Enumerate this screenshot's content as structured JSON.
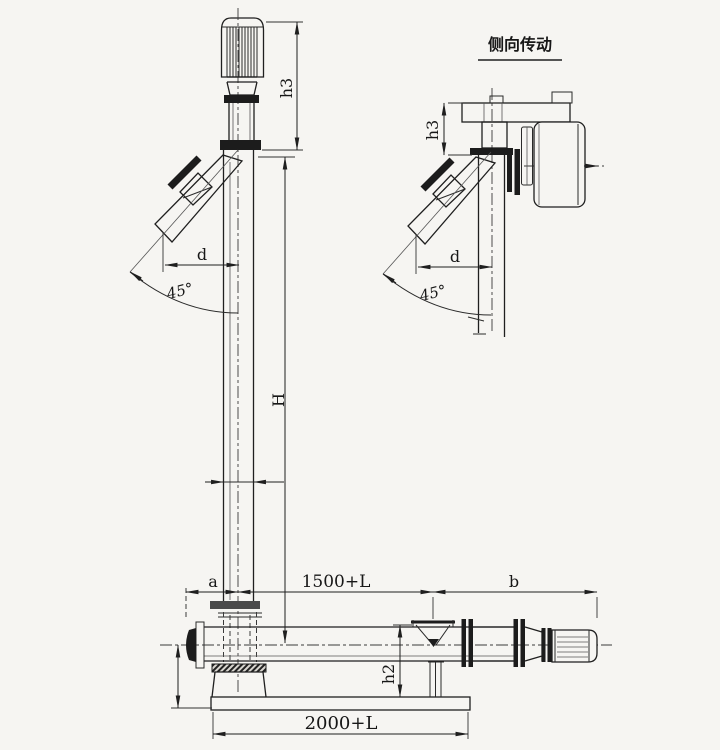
{
  "page": {
    "background": "#f6f5f2",
    "ink": "#1f1f1f"
  },
  "main_view": {
    "name": "Vertical screw conveyor elevation",
    "dims": {
      "h3": "h3",
      "H": "H",
      "d": "d",
      "angle": "45°",
      "a": "a",
      "upper_span": "1500+L",
      "b": "b",
      "h2": "h2",
      "base_span": "2000+L"
    }
  },
  "side_view": {
    "title": "侧向传动",
    "dims": {
      "h3": "h3",
      "d": "d",
      "angle": "45°"
    }
  }
}
